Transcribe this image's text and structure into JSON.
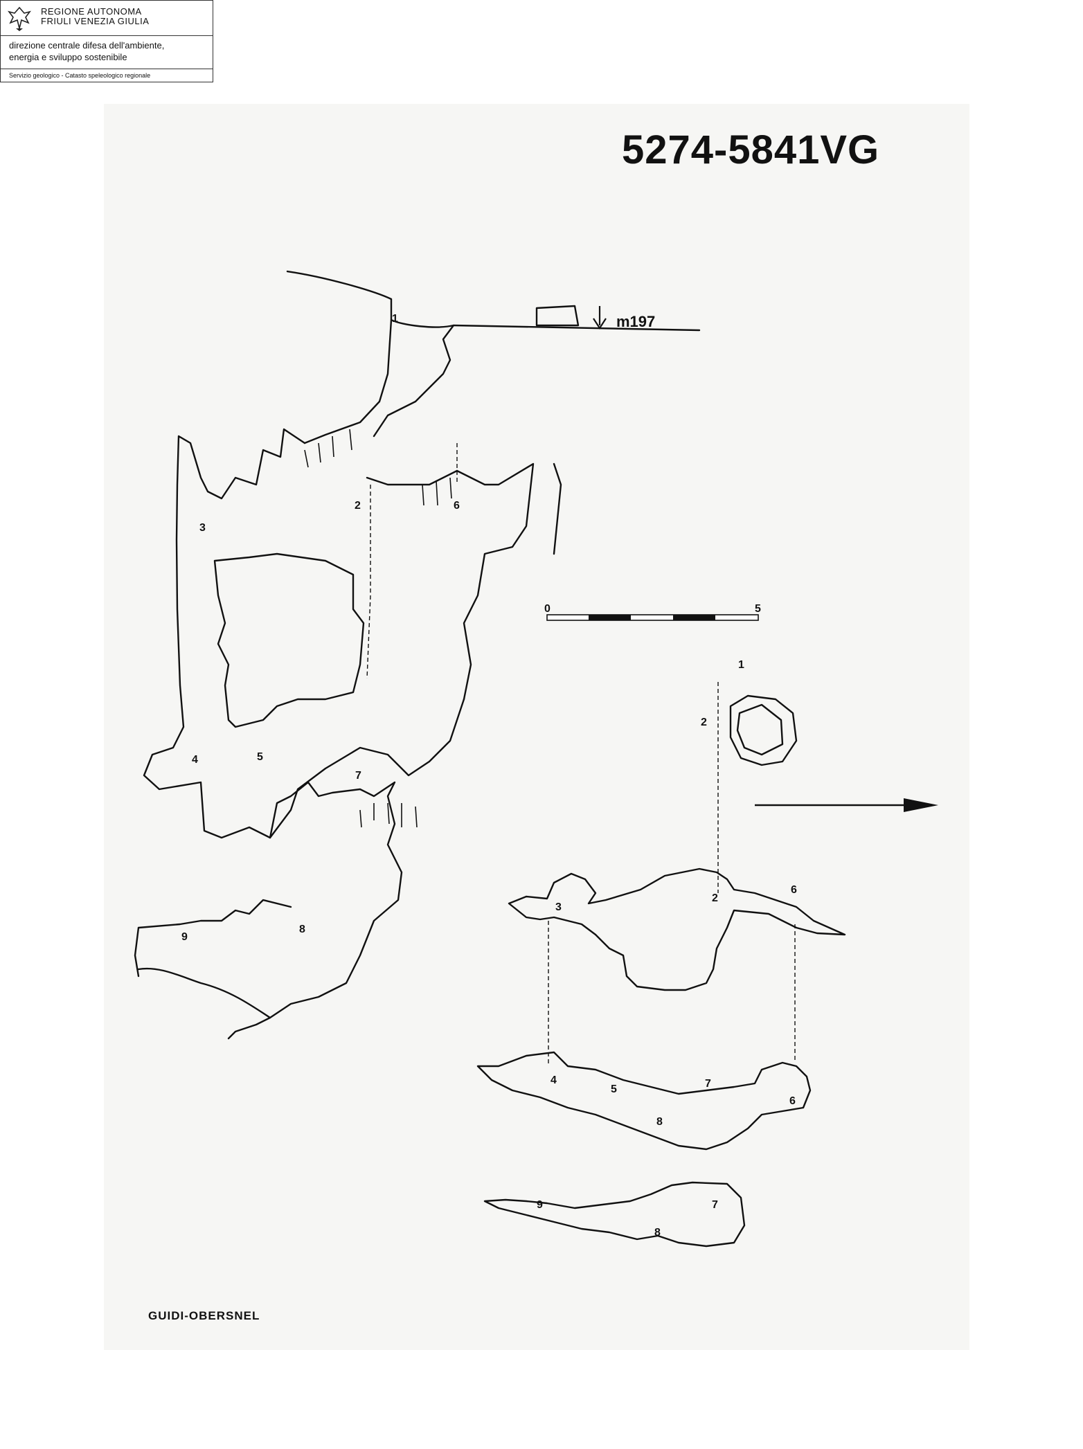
{
  "header": {
    "region_line1": "REGIONE AUTONOMA",
    "region_line2": "FRIULI VENEZIA GIULIA",
    "directorate_line1": "direzione centrale difesa dell'ambiente,",
    "directorate_line2": "energia e sviluppo sostenibile",
    "service": "Servizio geologico - Catasto speleologico regionale",
    "logo_icon": "eagle-coat-of-arms-icon"
  },
  "survey": {
    "code": "5274-5841VG",
    "entrance_elevation": "m197",
    "scale_start": "0",
    "scale_end": "5",
    "authors": "GUIDI-OBERSNEL",
    "north_arrow_icon": "arrow-right-icon"
  },
  "section_labels": [
    "1",
    "2",
    "3",
    "4",
    "5",
    "6",
    "7",
    "8",
    "9"
  ]
}
